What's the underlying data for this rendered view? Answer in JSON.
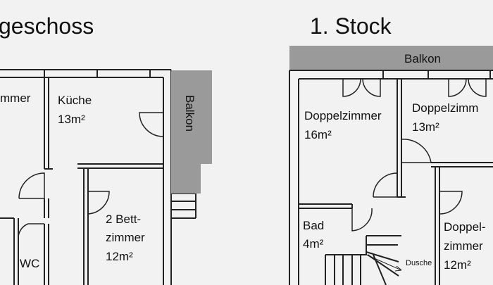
{
  "floors": [
    {
      "title": "geschoss",
      "balcony": "Balkon",
      "rooms": [
        {
          "name": "mmer",
          "area": ""
        },
        {
          "name": "Küche",
          "area": "13m²"
        },
        {
          "name": "2 Bett-",
          "name2": "zimmer",
          "area": "12m²"
        },
        {
          "name": "WC",
          "area": ""
        }
      ]
    },
    {
      "title": "1. Stock",
      "balcony": "Balkon",
      "rooms": [
        {
          "name": "Doppelzimmer",
          "area": "16m²"
        },
        {
          "name": "Doppelzimm",
          "area": "13m²"
        },
        {
          "name": "Bad",
          "area": "4m²"
        },
        {
          "name": "Doppel-",
          "name2": "zimmer",
          "area": "12m²"
        },
        {
          "name": "Dusche",
          "area": ""
        }
      ]
    }
  ]
}
